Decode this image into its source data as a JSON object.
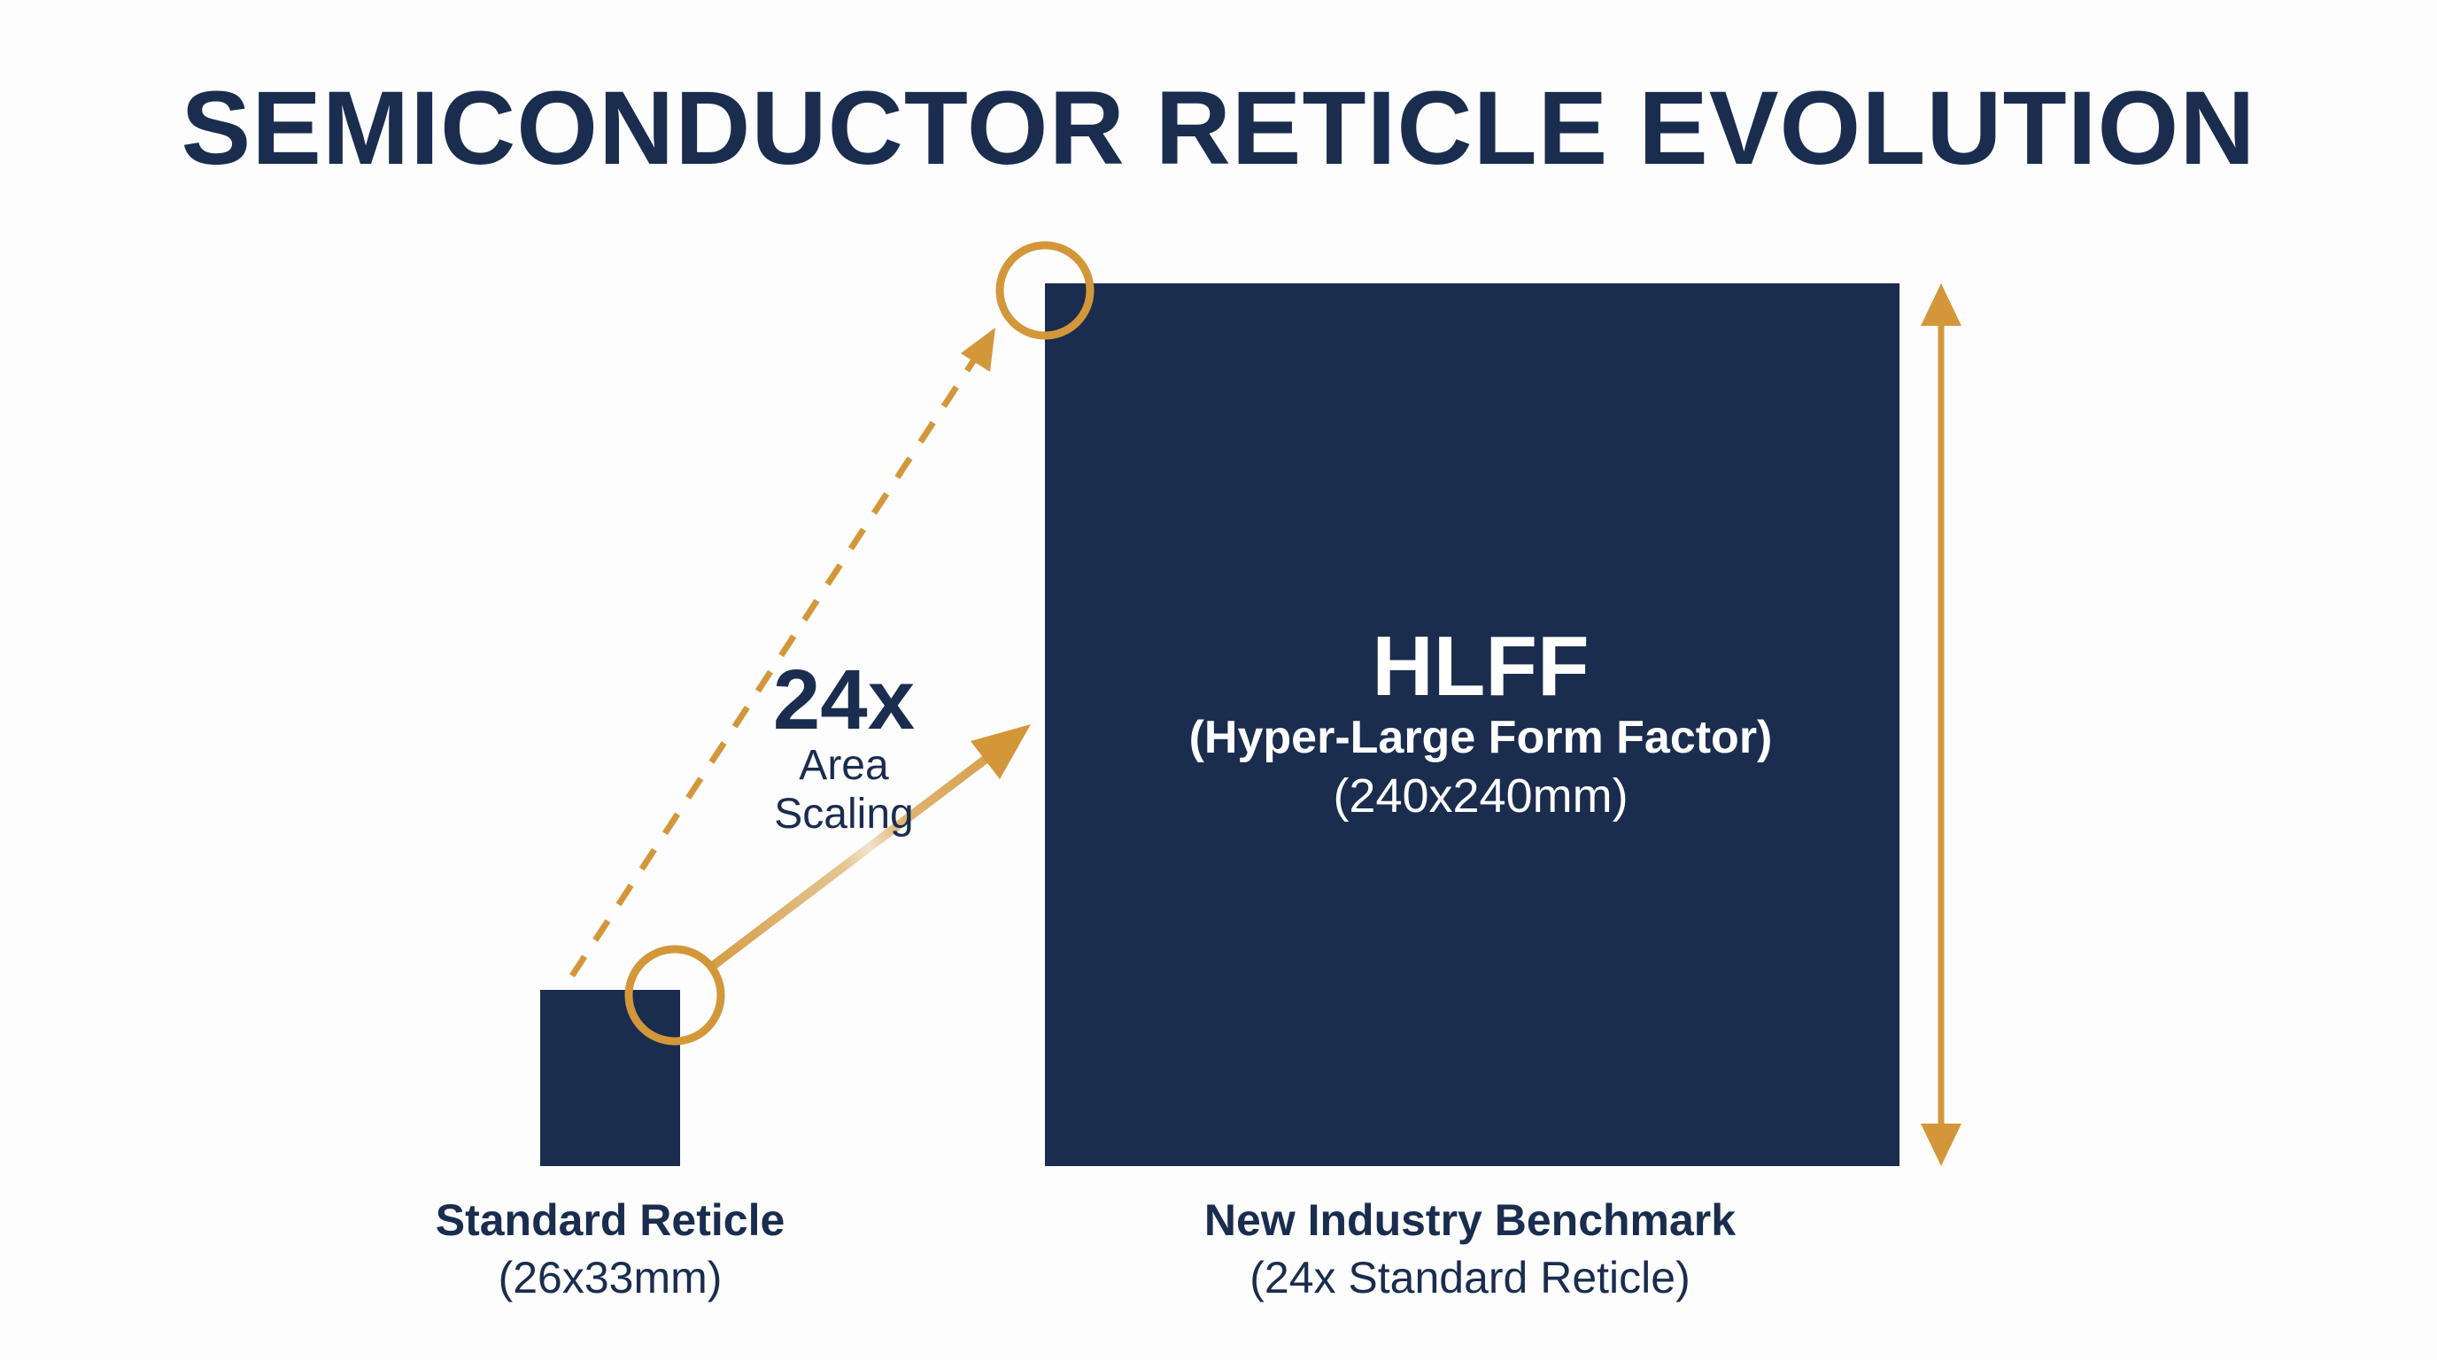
{
  "title": "SEMICONDUCTOR RETICLE EVOLUTION",
  "standard": {
    "name": "Standard Reticle",
    "dimensions": "(26x33mm)"
  },
  "hlff": {
    "acronym": "HLFF",
    "full_name": "(Hyper-Large Form Factor)",
    "dimensions": "(240x240mm)",
    "caption": "New Industry Benchmark",
    "caption_sub": "(24x Standard Reticle)"
  },
  "scaling": {
    "factor": "24x",
    "label_line1": "Area",
    "label_line2": "Scaling"
  },
  "colors": {
    "navy": "#1a2d4f",
    "gold": "#d3973a",
    "background": "#fdfdfd"
  }
}
